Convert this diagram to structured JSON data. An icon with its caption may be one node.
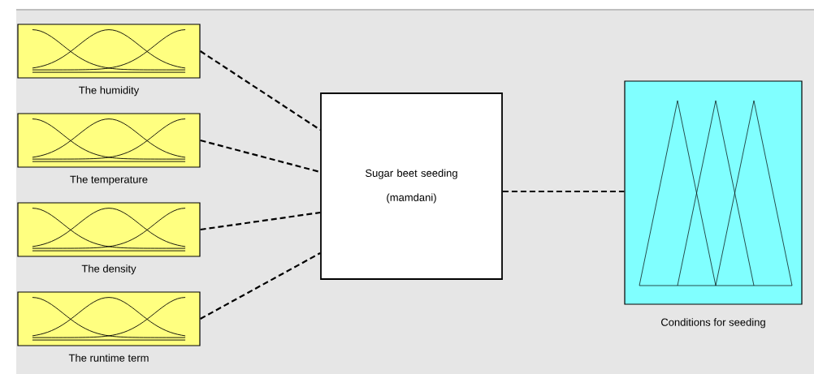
{
  "diagram": {
    "nodes": [
      {
        "text": [
          "The humidity"
        ]
      },
      {
        "text": [
          "The temperature"
        ]
      },
      {
        "text": [
          "The density"
        ]
      },
      {
        "text": [
          "The runtime term"
        ]
      },
      {
        "text": [
          "Sugar beet seeding",
          "(mamdani)"
        ]
      },
      {
        "text": [
          "Conditions for seeding"
        ]
      }
    ],
    "edges": [
      {
        "from": 0,
        "to": 4,
        "arrow": "none",
        "style": "dashed"
      },
      {
        "from": 1,
        "to": 4,
        "arrow": "none",
        "style": "dashed"
      },
      {
        "from": 2,
        "to": 4,
        "arrow": "none",
        "style": "dashed"
      },
      {
        "from": 3,
        "to": 4,
        "arrow": "none",
        "style": "dashed"
      },
      {
        "from": 4,
        "to": 5,
        "arrow": "none",
        "style": "dashed"
      }
    ]
  }
}
